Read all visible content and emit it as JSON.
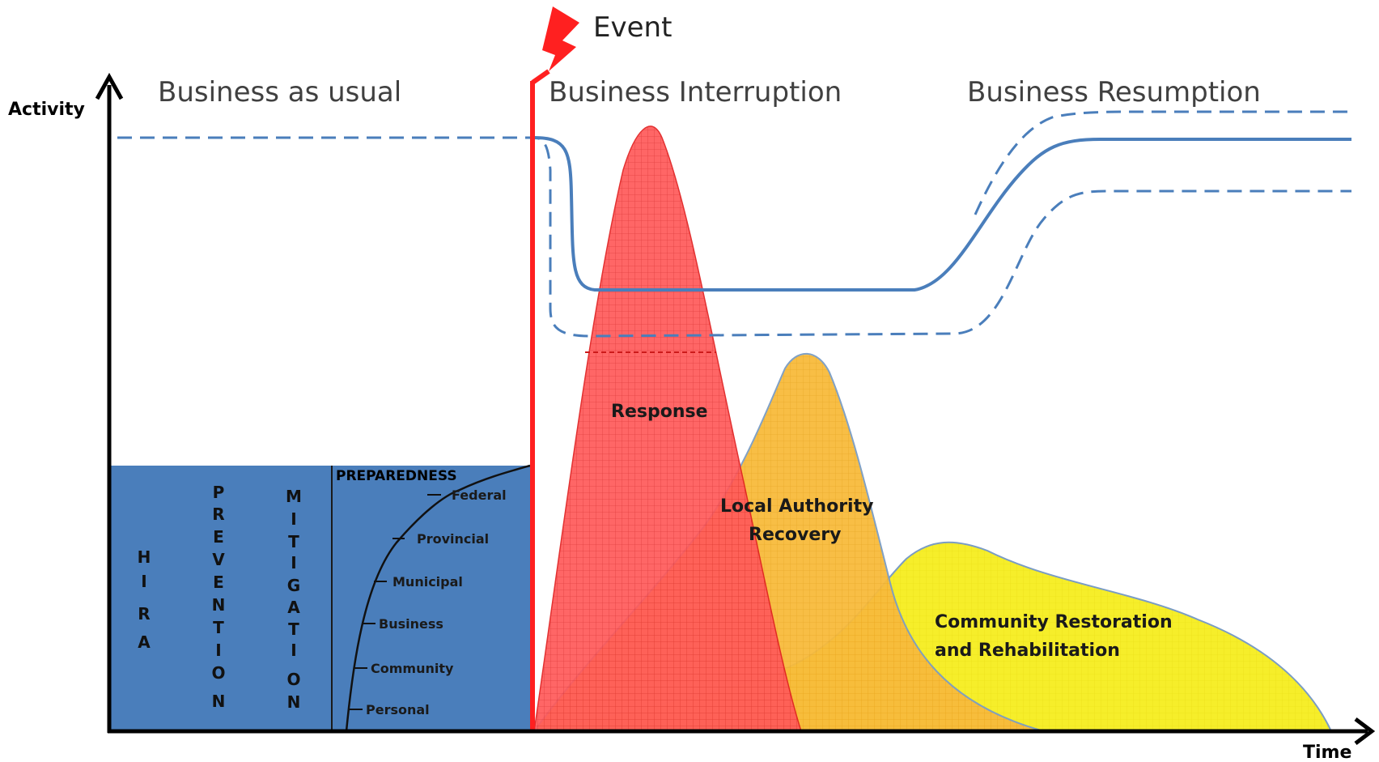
{
  "title": "",
  "axes": {
    "y_label": "Activity",
    "x_label": "Time"
  },
  "event": {
    "label": "Event",
    "color": "#ff2020"
  },
  "phases": {
    "before": "Business as usual",
    "during": "Business Interruption",
    "after": "Business Resumption"
  },
  "pre_event_block": {
    "color": "#4a7ebb",
    "hira_letters": [
      "H",
      "I",
      "R",
      "A"
    ],
    "prevention_letters": [
      "P",
      "R",
      "E",
      "V",
      "E",
      "N",
      "T",
      "I",
      "O",
      "N"
    ],
    "mitigation_letters": [
      "M",
      "I",
      "T",
      "I",
      "G",
      "A",
      "T",
      "I",
      "O",
      "N"
    ],
    "preparedness_title": "PREPAREDNESS",
    "preparedness_levels": [
      "Federal",
      "Provincial",
      "Municipal",
      "Business",
      "Community",
      "Personal"
    ]
  },
  "areas": {
    "response": {
      "label": "Response",
      "color": "#ff5555"
    },
    "local_authority": {
      "label_line1": "Local Authority",
      "label_line2": "Recovery",
      "color": "#f7b731"
    },
    "community": {
      "label_line1": "Community Restoration",
      "label_line2": "and Rehabilitation",
      "color": "#f5ec1a"
    }
  },
  "activity_line_color": "#4a7ebb"
}
